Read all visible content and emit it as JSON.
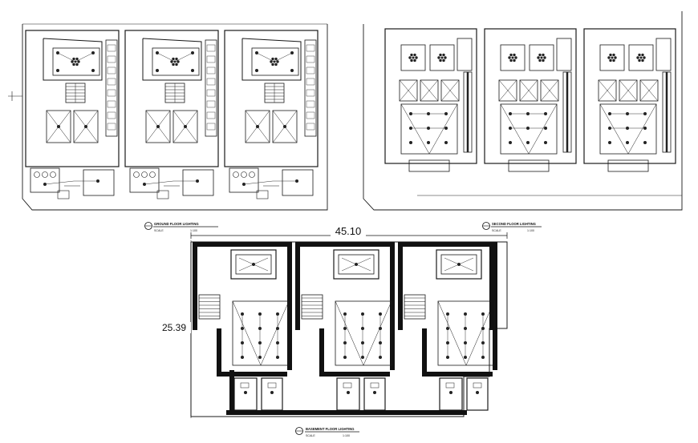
{
  "plans": {
    "ground": {
      "title": "GROUND FLOOR LIGHTING",
      "scale_label": "SCALE",
      "scale_value": "1:100"
    },
    "second": {
      "title": "SECOND FLOOR LIGHTING",
      "scale_label": "SCALE",
      "scale_value": "1:100"
    },
    "basement": {
      "title": "BASEMENT FLOOR LIGHTING",
      "scale_label": "SCALE",
      "scale_value": "1:100"
    }
  },
  "dimensions": {
    "width": "45.10",
    "height": "25.39"
  },
  "colors": {
    "line": "#1a1a1a",
    "wall": "#111111",
    "light": "#444444"
  }
}
